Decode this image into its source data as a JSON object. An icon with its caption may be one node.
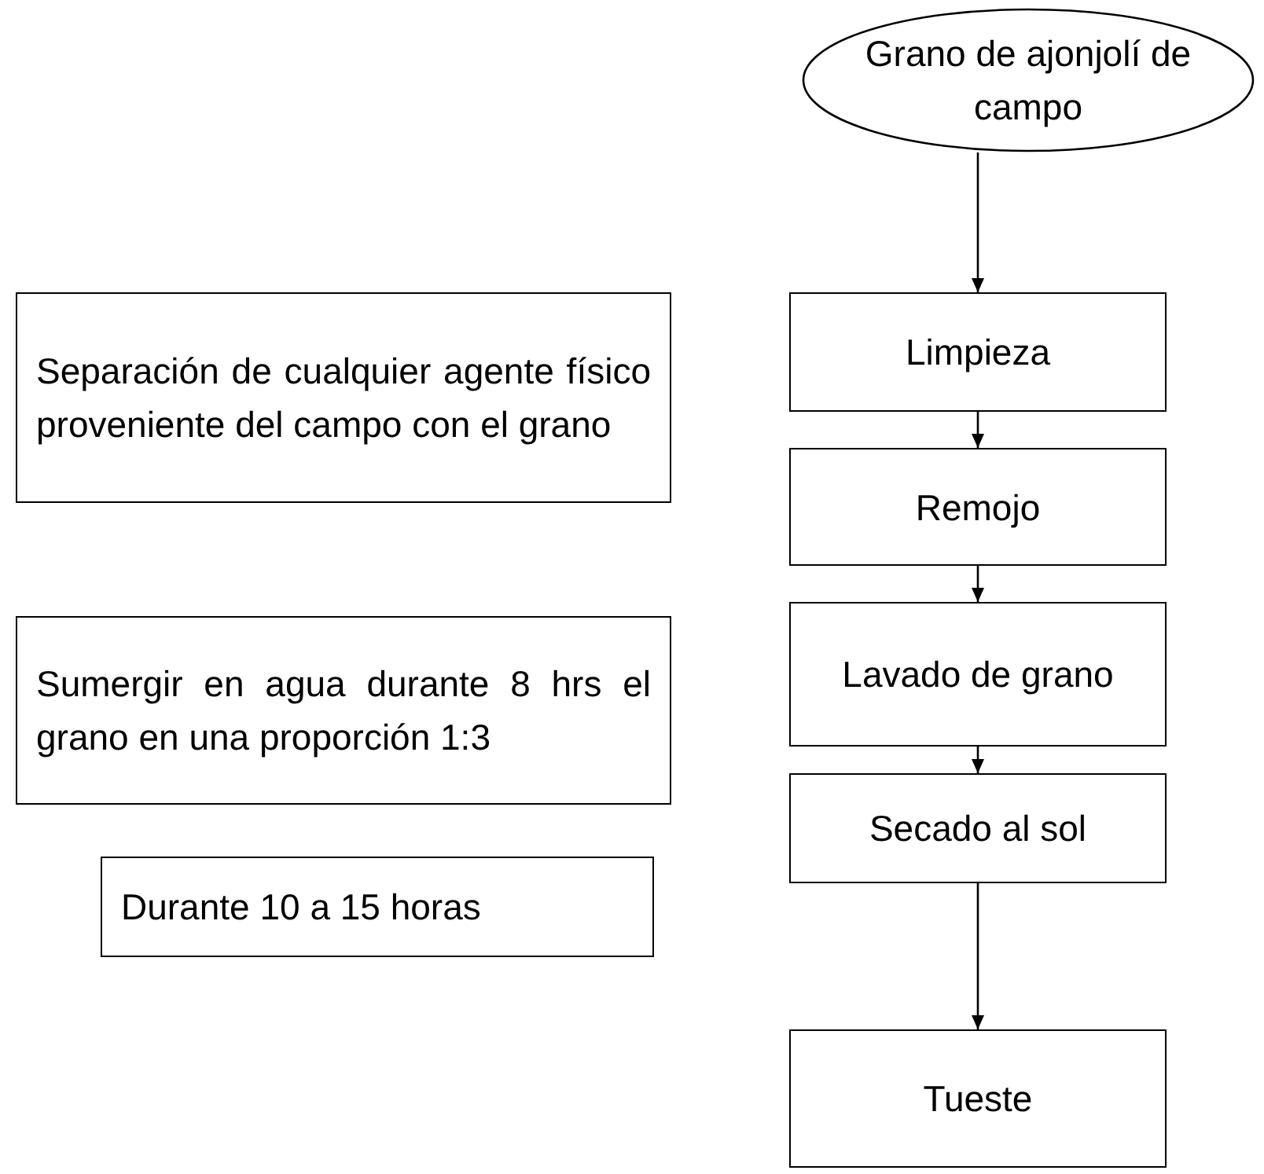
{
  "diagram": {
    "nodes": [
      {
        "text": [
          "Grano de ajonjolí de campo"
        ]
      },
      {
        "text": [
          "Limpieza"
        ]
      },
      {
        "text": [
          "Remojo"
        ]
      },
      {
        "text": [
          "Lavado de grano"
        ]
      },
      {
        "text": [
          "Secado al sol"
        ]
      },
      {
        "text": [
          "Tueste"
        ]
      },
      {
        "text": [
          "Separación de cualquier agente físico proveniente del campo con el grano"
        ]
      },
      {
        "text": [
          "Sumergir en agua durante 8 hrs el grano en una proporción 1:3"
        ]
      },
      {
        "text": [
          "Durante 10 a 15 horas"
        ]
      }
    ],
    "edges": [
      {
        "from": 0,
        "to": 1,
        "arrow": "to"
      },
      {
        "from": 1,
        "to": 2,
        "arrow": "to"
      },
      {
        "from": 2,
        "to": 3,
        "arrow": "to"
      },
      {
        "from": 3,
        "to": 4,
        "arrow": "to"
      },
      {
        "from": 4,
        "to": 5,
        "arrow": "to"
      }
    ]
  }
}
